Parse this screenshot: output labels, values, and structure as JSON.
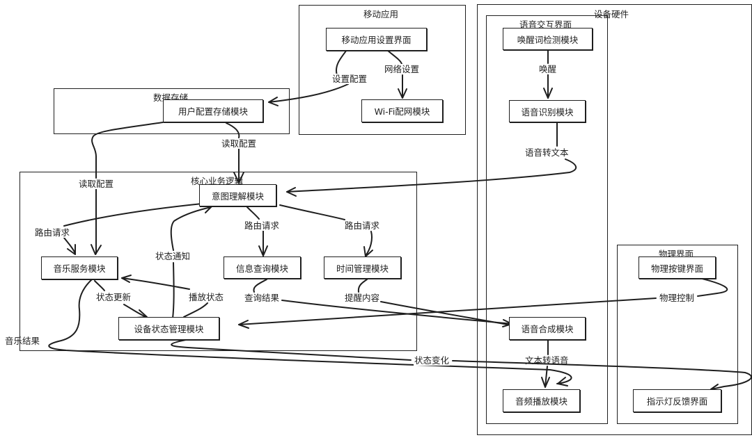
{
  "diagram": {
    "groups": {
      "mobile_app": "移动应用",
      "device_hardware": "设备硬件",
      "voice_ui": "语音交互界面",
      "data_storage": "数据存储",
      "core_logic": "核心业务逻辑",
      "physical_ui": "物理界面"
    },
    "nodes": {
      "mobile_settings_ui": "移动应用设置界面",
      "wifi_module": "Wi-Fi配网模块",
      "user_config_store": "用户配置存储模块",
      "intent_module": "意图理解模块",
      "music_module": "音乐服务模块",
      "info_query_module": "信息查询模块",
      "time_mgmt_module": "时间管理模块",
      "device_state_module": "设备状态管理模块",
      "wake_word_module": "唤醒词检测模块",
      "asr_module": "语音识别模块",
      "tts_module": "语音合成模块",
      "audio_player_module": "音频播放模块",
      "physical_button_ui": "物理按键界面",
      "led_feedback_ui": "指示灯反馈界面"
    },
    "edges": {
      "settings_config": "设置配置",
      "network_settings": "网络设置",
      "read_config_intent": "读取配置",
      "read_config_music": "读取配置",
      "wake": "唤醒",
      "speech_to_text": "语音转文本",
      "route_music": "路由请求",
      "route_info": "路由请求",
      "route_time": "路由请求",
      "state_notify": "状态通知",
      "state_update": "状态更新",
      "play_state": "播放状态",
      "query_result": "查询结果",
      "reminder_content": "提醒内容",
      "physical_control": "物理控制",
      "music_result": "音乐结果",
      "state_change": "状态变化",
      "text_to_speech": "文本转语音"
    }
  }
}
